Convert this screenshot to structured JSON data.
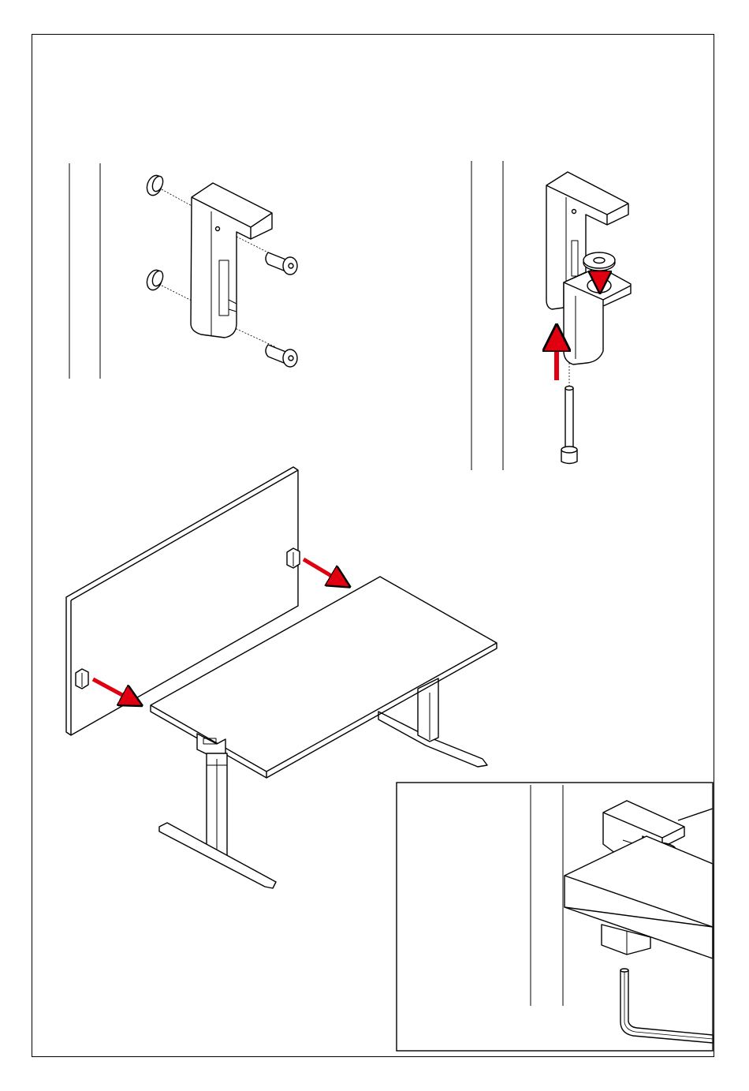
{
  "diagram": {
    "kind": "assembly-instruction",
    "text_labels": [],
    "colors": {
      "line": "#000000",
      "arrow": "#e0000f",
      "background": "#ffffff"
    },
    "steps": [
      {
        "name": "attach-bracket-to-panel",
        "parts": [
          "bracket",
          "screw",
          "screw",
          "panel-insert",
          "panel-insert"
        ]
      },
      {
        "name": "insert-bolt-and-washer",
        "parts": [
          "bracket",
          "washer",
          "clamp-jaw",
          "bolt"
        ]
      },
      {
        "name": "hang-panel-on-desk",
        "parts": [
          "screen-panel",
          "desk",
          "bracket",
          "bracket"
        ]
      },
      {
        "name": "tighten-with-allen-key",
        "parts": [
          "bracket",
          "desktop-edge",
          "allen-key"
        ]
      }
    ],
    "icons": [
      "screw-icon",
      "washer-icon",
      "bolt-icon",
      "allen-key-icon",
      "arrow-icon"
    ]
  }
}
